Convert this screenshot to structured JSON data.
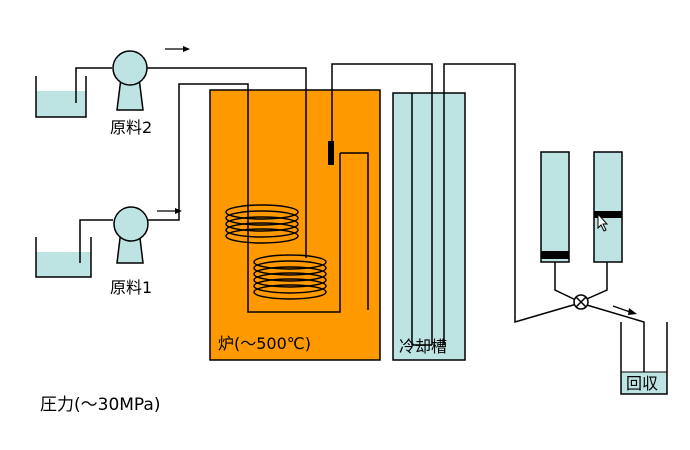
{
  "labels": {
    "feed2": "原料2",
    "feed1": "原料1",
    "furnace": "炉(～500℃)",
    "cooling_tank": "冷却槽",
    "recovery": "回収",
    "pressure": "圧力(～30MPa)"
  },
  "colors": {
    "furnace_fill": "#FF9900",
    "water_fill": "#BDE3E3",
    "pump_fill": "#BDE3E3",
    "line": "#000000",
    "piston": "#000000"
  },
  "icons": {
    "pump": "pump-icon",
    "valve": "valve-icon",
    "arrow": "flow-arrow-icon",
    "cursor": "mouse-cursor-icon"
  }
}
